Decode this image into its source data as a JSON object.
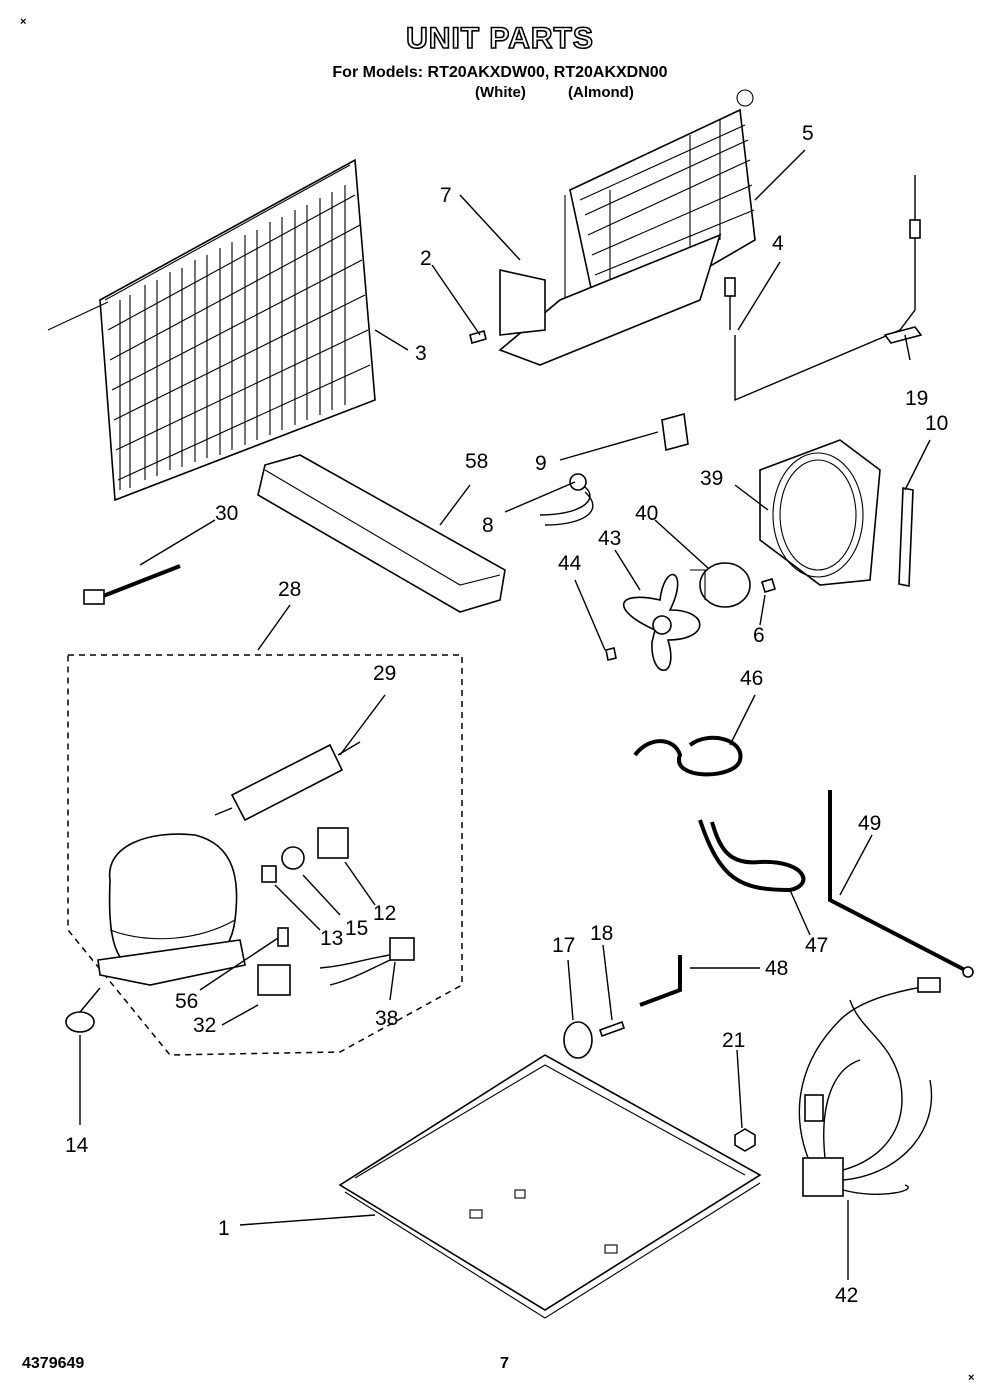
{
  "document": {
    "title": "UNIT PARTS",
    "subtitle": "For Models: RT20AKXDW00, RT20AKXDN00",
    "variant_white": "(White)",
    "variant_almond": "(Almond)",
    "document_number": "4379649",
    "page_number": "7",
    "corner_mark_top": "×",
    "corner_mark_bottom": "×"
  },
  "callouts": [
    "1",
    "2",
    "3",
    "4",
    "5",
    "6",
    "7",
    "8",
    "9",
    "10",
    "12",
    "13",
    "14",
    "15",
    "17",
    "18",
    "19",
    "21",
    "28",
    "29",
    "30",
    "32",
    "38",
    "39",
    "40",
    "42",
    "43",
    "44",
    "46",
    "47",
    "48",
    "49",
    "56",
    "58"
  ]
}
